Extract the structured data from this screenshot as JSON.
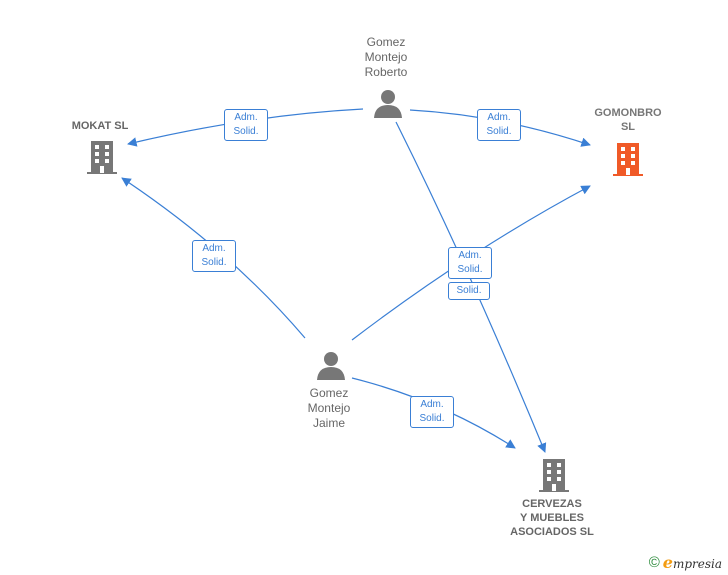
{
  "nodes": {
    "roberto": {
      "label": "Gomez\nMontejo\nRoberto",
      "kind": "person"
    },
    "jaime": {
      "label": "Gomez\nMontejo\nJaime",
      "kind": "person"
    },
    "mokat": {
      "label": "MOKAT SL",
      "kind": "company"
    },
    "gomonbro": {
      "label": "GOMONBRO\nSL",
      "kind": "company",
      "color": "#f05a28"
    },
    "cervezas": {
      "label": "CERVEZAS\nY MUEBLES\nASOCIADOS SL",
      "kind": "company"
    }
  },
  "relations": [
    {
      "id": "r1",
      "label": "Adm.\nSolid."
    },
    {
      "id": "r2",
      "label": "Adm.\nSolid."
    },
    {
      "id": "r3",
      "label": "Adm.\nSolid."
    },
    {
      "id": "r4",
      "label": "Adm.\nSolid."
    },
    {
      "id": "r5",
      "label": "Solid."
    },
    {
      "id": "r6",
      "label": "Adm.\nSolid."
    }
  ],
  "colors": {
    "edge": "#3a7fd5",
    "icon_gray": "#777777",
    "icon_highlight": "#f05a28"
  },
  "footer": {
    "copyright_symbol": "©",
    "brand_first": "e",
    "brand_rest": "mpresia"
  }
}
